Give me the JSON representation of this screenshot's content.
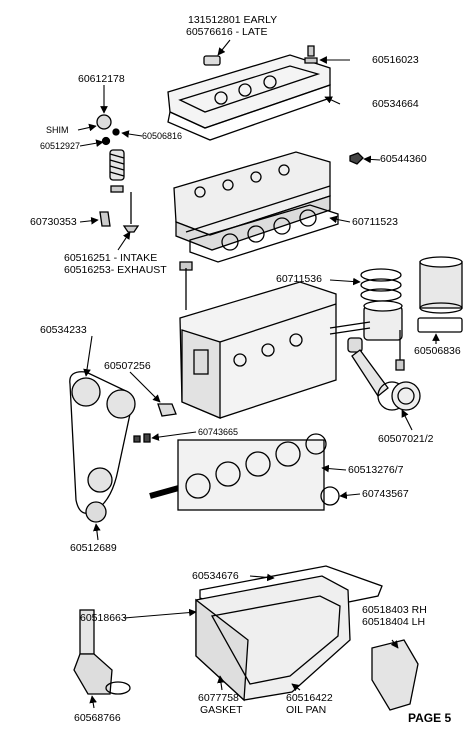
{
  "page": {
    "label": "PAGE 5"
  },
  "labels": {
    "early": "131512801 EARLY",
    "late": "60576616 - LATE",
    "p60516023": "60516023",
    "p60612178": "60612178",
    "p60534664": "60534664",
    "shim": "SHIM",
    "p60506816": "60506816",
    "p60512927": "60512927",
    "p60544360": "60544360",
    "p60730353": "60730353",
    "p60711523": "60711523",
    "intake": "60516251 - INTAKE",
    "exhaust": "60516253- EXHAUST",
    "p60711536": "60711536",
    "p60534233": "60534233",
    "p60507256": "60507256",
    "p60506836": "60506836",
    "p60743665": "60743665",
    "p60507021": "60507021/2",
    "p60513276": "60513276/7",
    "p60743567": "60743567",
    "p60512689": "60512689",
    "p60534676": "60534676",
    "rh": "60518403 RH",
    "lh": "60518404 LH",
    "p60518663": "60518663",
    "p6077758": "6077758",
    "gasket": "GASKET",
    "p60516422": "60516422",
    "oilpan": "OIL PAN",
    "p60568766": "60568766"
  }
}
